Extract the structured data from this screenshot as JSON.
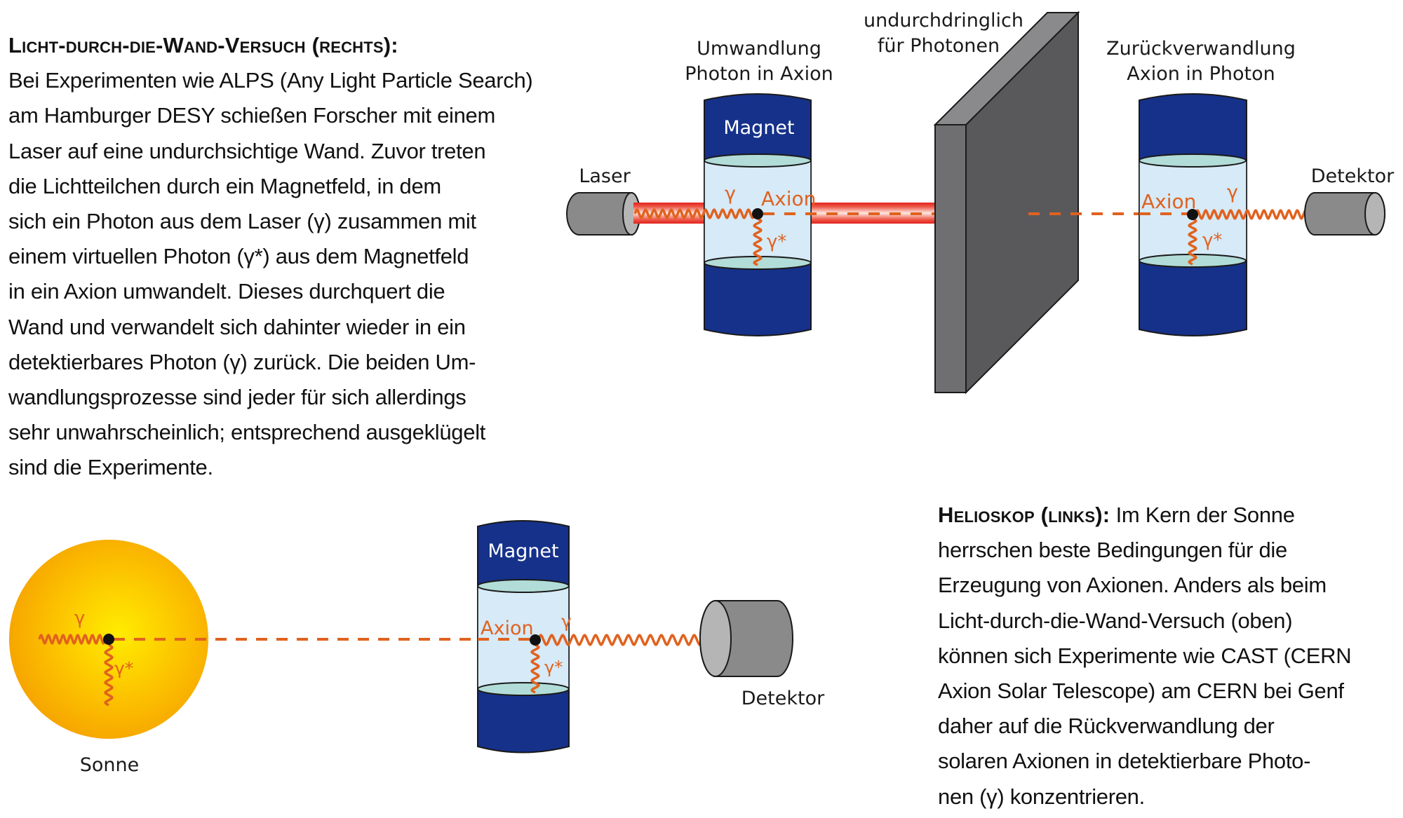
{
  "top_text": {
    "heading": "Licht-durch-die-Wand-Versuch (rechts):",
    "lines": [
      "Bei Experimenten wie ALPS (Any Light Particle Search)",
      "am Hamburger DESY schießen Forscher mit einem",
      "Laser auf eine undurchsichtige Wand. Zuvor treten",
      "die Lichtteilchen durch ein Magnetfeld, in dem",
      "sich ein Photon aus dem Laser (γ) zusammen mit",
      "einem virtuellen Photon (γ*) aus dem Magnetfeld",
      "in ein Axion umwandelt. Dieses durchquert die",
      "Wand und verwandelt sich dahinter wieder in ein",
      "detektierbares Photon (γ) zurück. Die beiden Um-",
      "wandlungsprozesse sind jeder für sich allerdings",
      "sehr unwahrscheinlich; entsprechend ausgeklügelt",
      "sind die Experimente."
    ]
  },
  "bottom_text": {
    "heading": "Helioskop (links):",
    "first_line_rest": " Im Kern der Sonne",
    "lines": [
      "herrschen beste Bedingungen für die",
      "Erzeugung von Axionen. Anders als beim",
      "Licht-durch-die-Wand-Versuch (oben)",
      "können sich Experimente wie CAST (CERN",
      "Axion Solar Telescope) am CERN bei Genf",
      "daher auf die Rückverwandlung der",
      "solaren Axionen in detektierbare Photo-",
      "nen (γ) konzentrieren."
    ]
  },
  "diagram_top": {
    "laser_label": "Laser",
    "conversion_label": [
      "Umwandlung",
      "Photon in Axion"
    ],
    "wall_label": [
      "undurchdringlich",
      "für Photonen"
    ],
    "reconversion_label": [
      "Zurückverwandlung",
      "Axion in Photon"
    ],
    "detector_label": "Detektor",
    "magnet_label": "Magnet",
    "gamma": "γ",
    "gamma_star": "γ*",
    "axion": "Axion"
  },
  "diagram_bottom": {
    "sun_label": "Sonne",
    "magnet_label": "Magnet",
    "detector_label": "Detektor",
    "gamma": "γ",
    "gamma_star": "γ*",
    "axion": "Axion"
  },
  "colors": {
    "magnet_blue": "#15318a",
    "bore_light_blue": "#d6eaf7",
    "bore_cap": "#b2dcd8",
    "particle_orange": "#e0621f",
    "laser_red": "#e2211c",
    "wall_front": "#6f6f71",
    "wall_side": "#59595b",
    "wall_top": "#8a8a8c",
    "device_gray": "#8a8a8a",
    "sun_center": "#ffe600",
    "sun_edge": "#f5a100"
  }
}
